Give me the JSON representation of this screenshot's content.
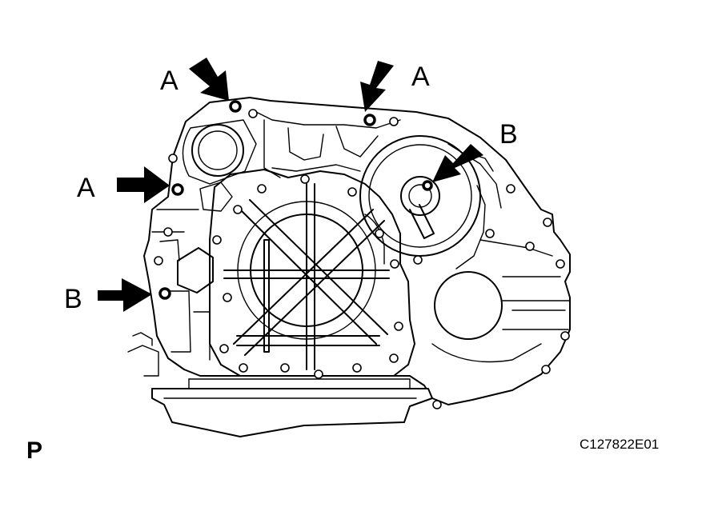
{
  "labels": {
    "a1": "A",
    "a2": "A",
    "a3": "A",
    "b1": "B",
    "b2": "B"
  },
  "view_letter": "P",
  "figure_code": "C127822E01"
}
